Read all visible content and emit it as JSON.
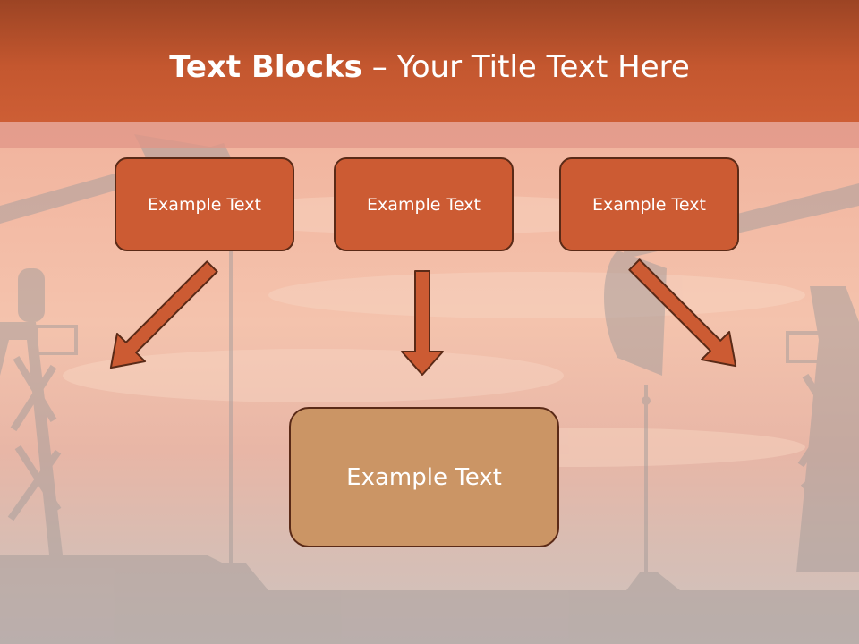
{
  "title": {
    "bold": "Text Blocks",
    "rest": " – Your Title Text Here"
  },
  "blocks": [
    "Example Text",
    "Example Text",
    "Example Text"
  ],
  "main_block": "Example Text",
  "colors": {
    "header": "#c4572f",
    "block_fill": "#cc5b33",
    "block_border": "#5a2a17",
    "main_fill": "#cb9565",
    "arrow_fill": "#cc5b33"
  }
}
